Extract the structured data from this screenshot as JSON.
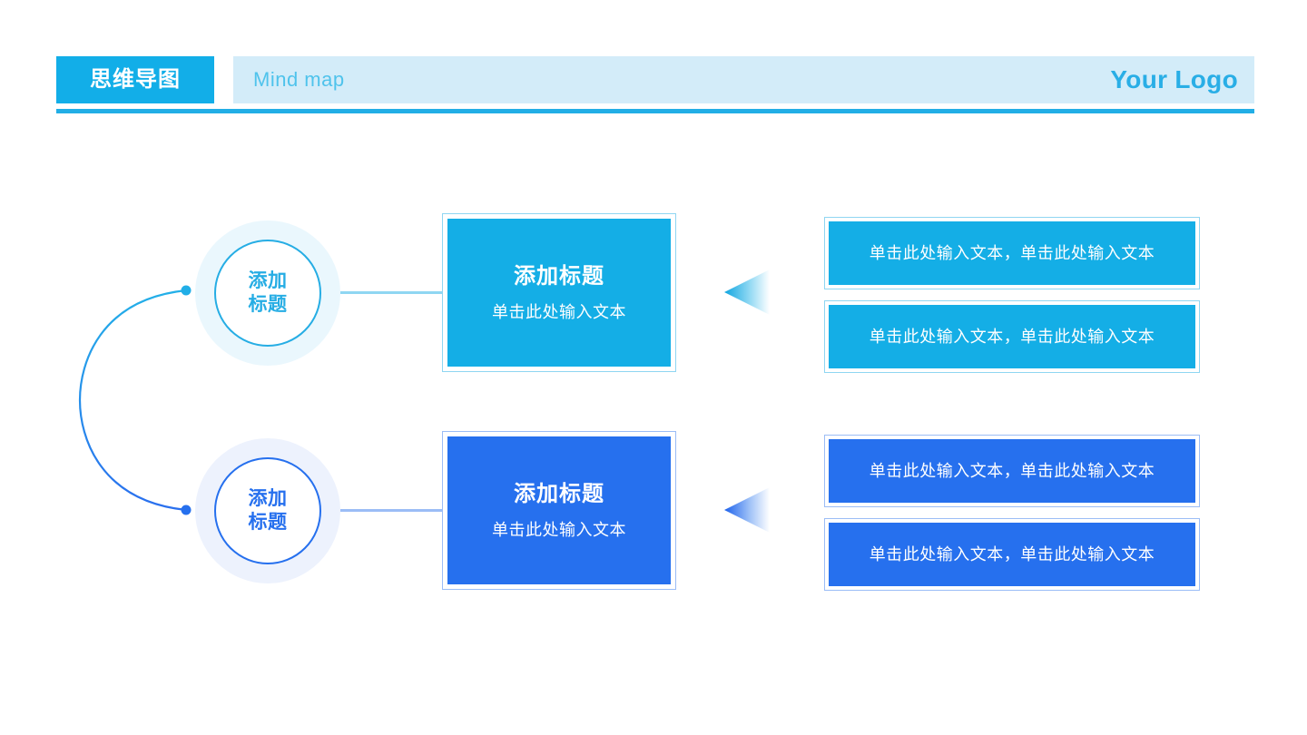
{
  "header": {
    "tag_label": "思维导图",
    "subtitle": "Mind map",
    "logo": "Your Logo",
    "colors": {
      "tag_bg": "#12AEE8",
      "bar_bg": "#D3ECF9",
      "subtitle_text": "#4FC3EC",
      "logo_text": "#29AEE6",
      "underline": "#22AEE6"
    }
  },
  "theme": {
    "cyan": "#14AEE6",
    "blue": "#2670EE",
    "cyan_light": "#EAF7FD",
    "blue_light": "#EDF2FD",
    "cyan_border": "#8FD6F2",
    "blue_border": "#9BBDF6",
    "connector_line": "#8FD6F2",
    "background": "#FFFFFF"
  },
  "branches": [
    {
      "accent": "#14AEE6",
      "node": {
        "label": "添加\n标题"
      },
      "card": {
        "heading": "添加标题",
        "subtext": "单击此处输入文本"
      },
      "arrow": {
        "name": "branch-arrow-cyan",
        "direction": "left"
      },
      "details": [
        {
          "text": "单击此处输入文本，单击此处输入文本"
        },
        {
          "text": "单击此处输入文本，单击此处输入文本"
        }
      ]
    },
    {
      "accent": "#2670EE",
      "node": {
        "label": "添加\n标题"
      },
      "card": {
        "heading": "添加标题",
        "subtext": "单击此处输入文本"
      },
      "arrow": {
        "name": "branch-arrow-blue",
        "direction": "left"
      },
      "details": [
        {
          "text": "单击此处输入文本，单击此处输入文本"
        },
        {
          "text": "单击此处输入文本，单击此处输入文本"
        }
      ]
    }
  ]
}
